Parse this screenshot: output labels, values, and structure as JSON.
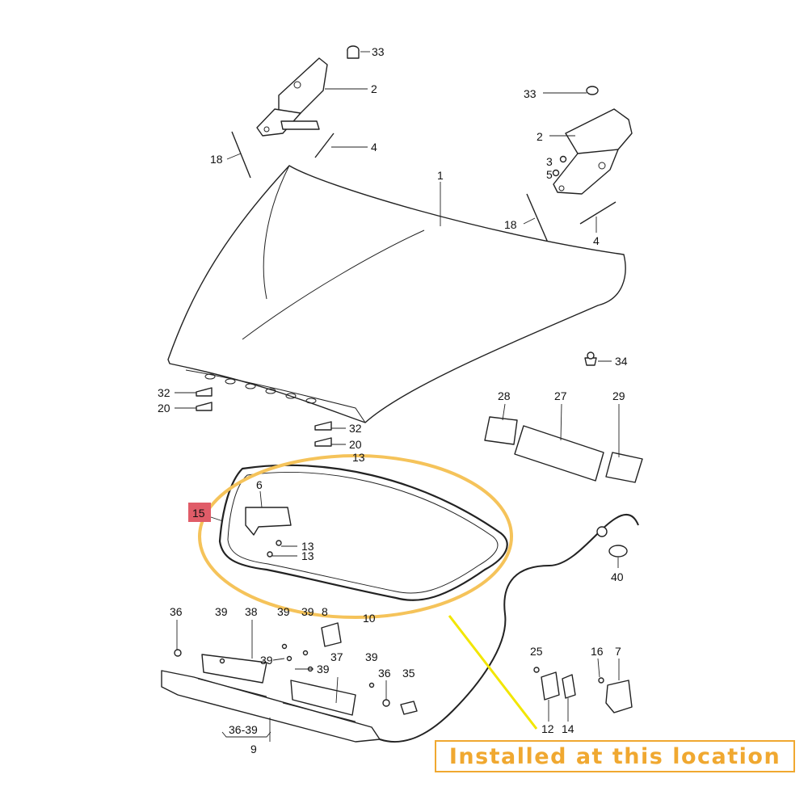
{
  "callout": {
    "text": "Installed at this location",
    "border_color": "#f0a830",
    "text_color": "#f0a830"
  },
  "highlight": {
    "ellipse_color": "#f5c35a",
    "pointer_color": "#f2e600",
    "badge_color": "#e05c68",
    "badge_label": "15"
  },
  "labels": {
    "p33a": "33",
    "p2a": "2",
    "p18a": "18",
    "p4a": "4",
    "p1": "1",
    "p33b": "33",
    "p2b": "2",
    "p3": "3",
    "p5": "5",
    "p18b": "18",
    "p4b": "4",
    "p34": "34",
    "p32a": "32",
    "p20a": "20",
    "p32b": "32",
    "p20b": "20",
    "p28": "28",
    "p27": "27",
    "p29": "29",
    "p13a": "13",
    "p6": "6",
    "p13b": "13",
    "p13c": "13",
    "p40": "40",
    "p36a": "36",
    "p39a": "39",
    "p38": "38",
    "p39b": "39",
    "p39c": "39",
    "p8": "8",
    "p10": "10",
    "p39d": "39",
    "p39e": "39",
    "p37": "37",
    "p39f": "39",
    "p36b": "36",
    "p35": "35",
    "p25": "25",
    "p16": "16",
    "p7": "7",
    "p12": "12",
    "p14": "14",
    "p3639": "36-39",
    "p9": "9"
  }
}
